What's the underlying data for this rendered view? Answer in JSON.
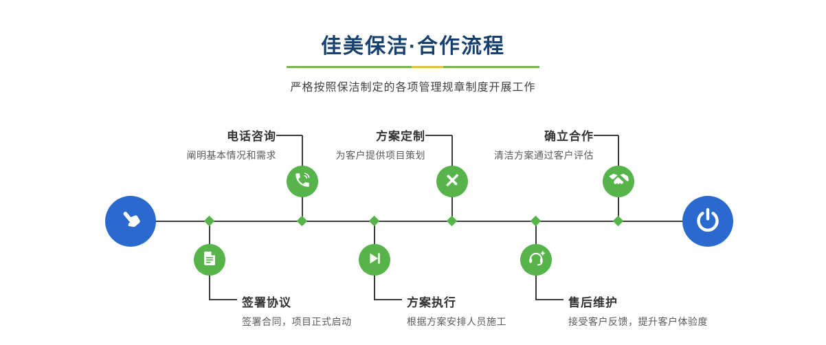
{
  "header": {
    "title": "佳美保洁·合作流程",
    "subtitle": "严格按照保洁制定的各项管理规章制度开展工作"
  },
  "colors": {
    "title_navy": "#16406f",
    "divider_green": "#74b643",
    "divider_gold": "#e0c040",
    "node_blue": "#2a6ace",
    "step_green": "#56b44a",
    "connector_dark": "#3a3a3a",
    "step_title_text": "#333333",
    "step_desc_text": "#5a5a5a"
  },
  "timeline": {
    "start_icon": "hand-pointer-icon",
    "end_icon": "power-icon",
    "steps_top": [
      {
        "title": "电话咨询",
        "desc": "阐明基本情况和需求",
        "icon": "phone-icon"
      },
      {
        "title": "方案定制",
        "desc": "为客户提供项目策划",
        "icon": "design-icon"
      },
      {
        "title": "确立合作",
        "desc": "清洁方案通过客户评估",
        "icon": "handshake-icon"
      }
    ],
    "steps_bottom": [
      {
        "title": "签署协议",
        "desc": "签署合同，项目正式启动",
        "icon": "document-icon"
      },
      {
        "title": "方案执行",
        "desc": "根据方案安排人员施工",
        "icon": "play-icon"
      },
      {
        "title": "售后维护",
        "desc": "接受客户反馈，提升客户体验度",
        "icon": "headset-icon"
      }
    ]
  }
}
